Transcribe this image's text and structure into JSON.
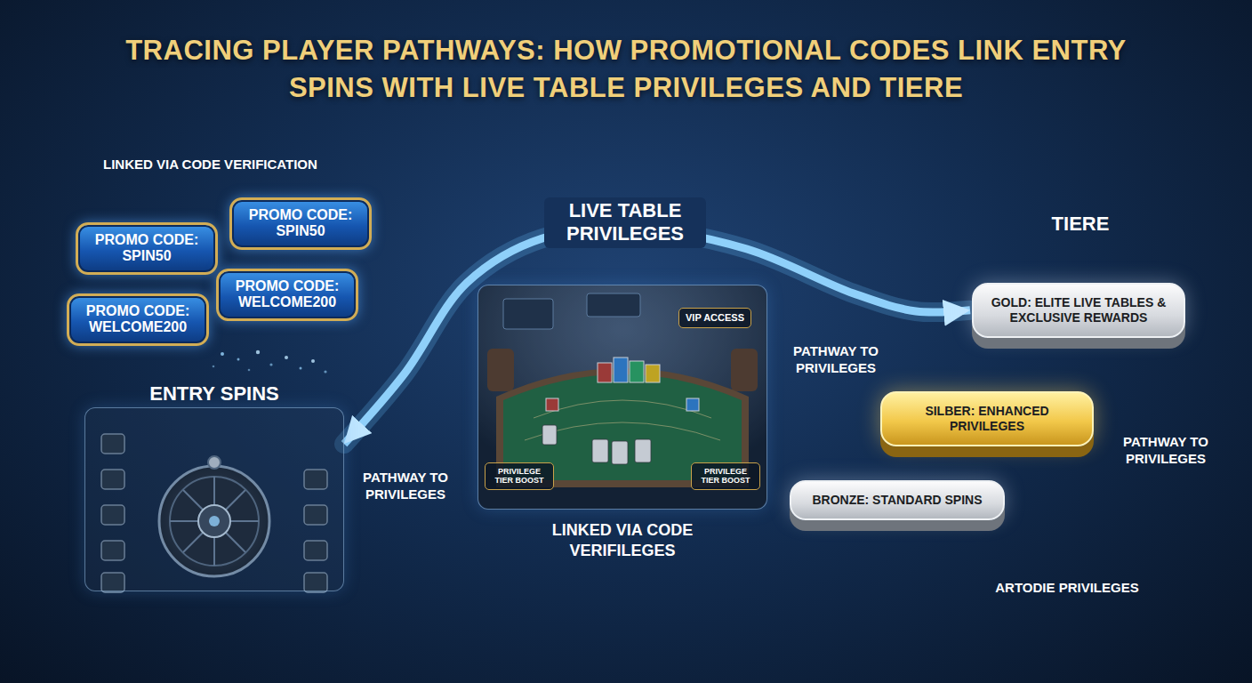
{
  "diagram": {
    "title": "TRACING PLAYER PATHWAYS: HOW PROMOTIONAL CODES LINK ENTRY SPINS WITH LIVE TABLE PRIVILEGES AND TIERE",
    "nodes": [
      {
        "text": [
          "PROMO CODE: SPIN50"
        ]
      },
      {
        "text": [
          "PROMO CODE: SPIN50"
        ]
      },
      {
        "text": [
          "PROMO CODE: WELCOME200"
        ]
      },
      {
        "text": [
          "PROMO CODE: WELCOME200"
        ]
      },
      {
        "text": [
          "ENTRY SPINS"
        ]
      },
      {
        "text": [
          "LINKED VIA CODE VERIFILEGES"
        ]
      },
      {
        "text": [
          "VIP ACCESS"
        ],
        "in": 5
      },
      {
        "text": [
          "PRIVILEGE TIER BOOST"
        ],
        "in": 5
      },
      {
        "text": [
          "PRIVILEGE TIER BOOST"
        ],
        "in": 5
      },
      {
        "text": [
          "GOLD: ELITE LIVE TABLES & EXCLUSIVE REWARDS"
        ]
      },
      {
        "text": [
          "SILBER: ENHANCED PRIVILEGES"
        ]
      },
      {
        "text": [
          "BRONZE: STANDARD SPINS"
        ]
      }
    ],
    "edges": [
      {
        "from": 4,
        "to": 9,
        "label": "LIVE TABLE PRIVILEGES",
        "arrow": "both"
      }
    ],
    "labels": [
      "LINKED VIA CODE VERIFICATION",
      "PATHWAY TO PRIVILEGES",
      "TIERE",
      "PATHWAY TO PRIVILEGES",
      "PATHWAY TO PRIVILEGES",
      "ARTODIE PRIVILEGES"
    ]
  }
}
